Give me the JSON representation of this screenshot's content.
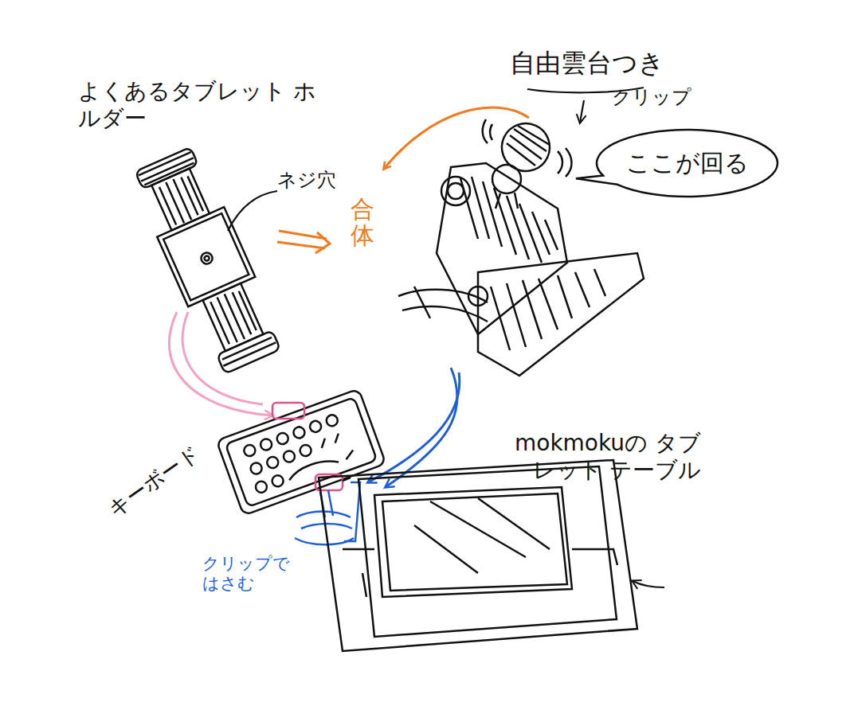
{
  "diagram": {
    "nodes": [
      {
        "text": [
          "ここが回る"
        ]
      }
    ],
    "labels": [
      "よくあるタブレット ホルダー",
      "ネジ穴",
      "合体",
      "自由雲台つき",
      "クリップ",
      "キーボード",
      "クリップで はさむ",
      "mokmokuの タブレット テーブル"
    ]
  }
}
